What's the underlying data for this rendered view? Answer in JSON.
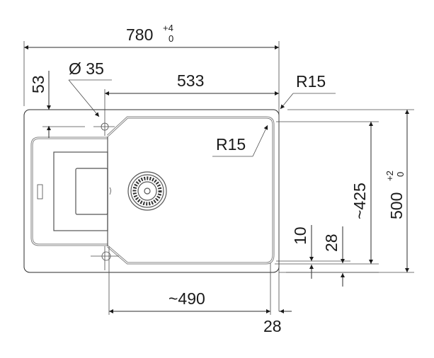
{
  "drawing": {
    "type": "sink technical drawing (top view)",
    "dimensions": {
      "overall_width": {
        "value": "780",
        "tol_plus": "+4",
        "tol_minus": "0"
      },
      "overall_depth": {
        "value": "500",
        "tol_plus": "+2",
        "tol_minus": "0"
      },
      "bowl_width": "533",
      "bowl_depth": "~425",
      "tap_hole": "Ø 35",
      "tap_hole_offset": "53",
      "corner_radius_outer": "R15",
      "corner_radius_bowl": "R15",
      "bottom_width": "~490",
      "bottom_offset_right": "28",
      "bottom_offset_a": "10",
      "bottom_offset_b": "28"
    },
    "colors": {
      "line": "#2b2b2b",
      "background": "#ffffff"
    }
  }
}
